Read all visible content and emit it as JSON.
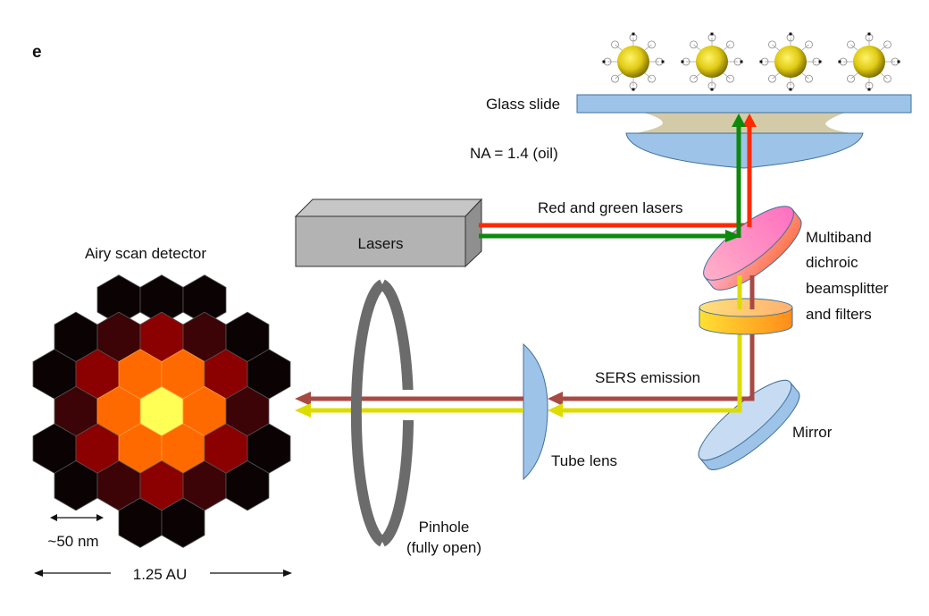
{
  "panel_label": "e",
  "colors": {
    "red_laser": "#ff2a00",
    "green_laser": "#0b8a0b",
    "sers_brown": "#a84a44",
    "sers_yellow": "#dcdc00",
    "glass": "#9ec3e8",
    "glass_stroke": "#41719c",
    "oil": "#d3cba8",
    "pinhole": "#6b6b6b",
    "laser_box": "#b3b3b3",
    "nanoparticle": "#e6d21c"
  },
  "labels": {
    "glass_slide": "Glass slide",
    "numerical_aperture": "NA = 1.4 (oil)",
    "lasers_box": "Lasers",
    "red_green_lasers": "Red and green lasers",
    "dichroic": [
      "Multiband",
      "dichroic",
      "beamsplitter",
      "and filters"
    ],
    "sers_emission": "SERS emission",
    "mirror": "Mirror",
    "tube_lens": "Tube lens",
    "pinhole": [
      "Pinhole",
      "(fully open)"
    ],
    "detector_title": "Airy scan detector",
    "pixel_scale": "~50 nm",
    "detector_scale": "1.25 AU"
  },
  "nanoparticles": {
    "count": 4
  },
  "detector": {
    "description": "32-element hexagonal Airy scan detector intensity map",
    "palette": {
      "0": "#0a0203",
      "1": "#3c0406",
      "2": "#8b0000",
      "3": "#ff6a00",
      "4": "#ffff55"
    },
    "rows": [
      [
        0,
        0,
        0
      ],
      [
        0,
        1,
        2,
        1,
        0
      ],
      [
        0,
        2,
        3,
        3,
        2,
        0
      ],
      [
        1,
        3,
        4,
        3,
        1
      ],
      [
        0,
        2,
        3,
        3,
        2,
        0
      ],
      [
        0,
        1,
        2,
        1,
        0
      ],
      [
        0,
        0
      ]
    ]
  }
}
